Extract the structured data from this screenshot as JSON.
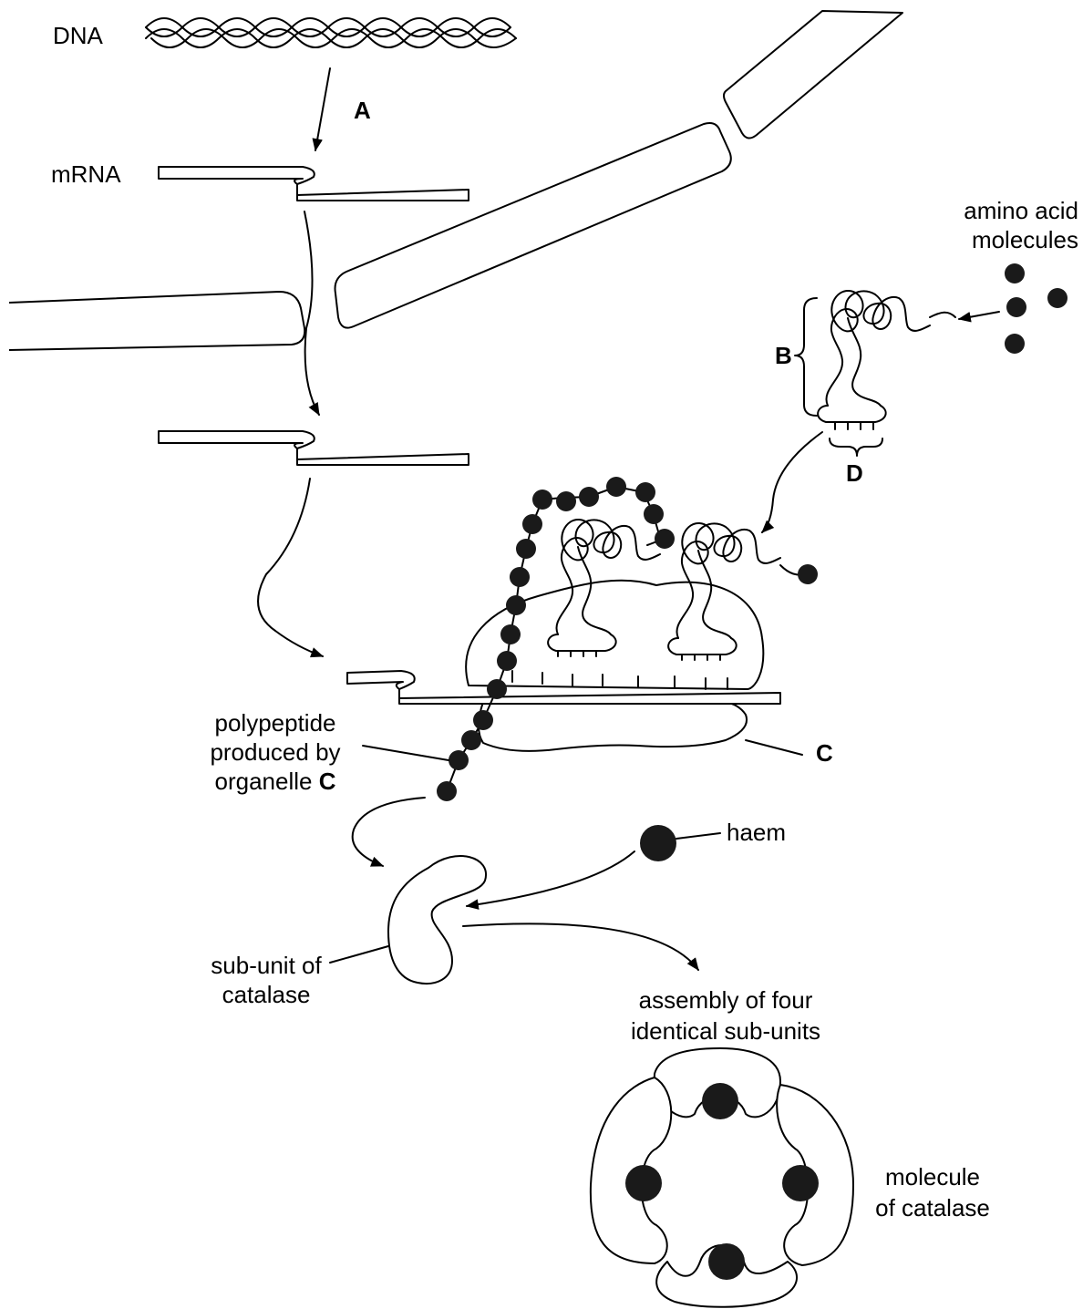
{
  "labels": {
    "dna": "DNA",
    "mrna": "mRNA",
    "step_a": "A",
    "amino_acid_line1": "amino acid",
    "amino_acid_line2": "molecules",
    "trna_b": "B",
    "anticodon_d": "D",
    "polypeptide_line1": "polypeptide",
    "polypeptide_line2": "produced by",
    "polypeptide_line3": "organelle",
    "polypeptide_c": "C",
    "organelle_c": "C",
    "haem": "haem",
    "subunit_line1": "sub-unit of",
    "subunit_line2": "catalase",
    "assembly_line1": "assembly of four",
    "assembly_line2": "identical sub-units",
    "molecule_line1": "molecule",
    "molecule_line2": "of catalase"
  }
}
